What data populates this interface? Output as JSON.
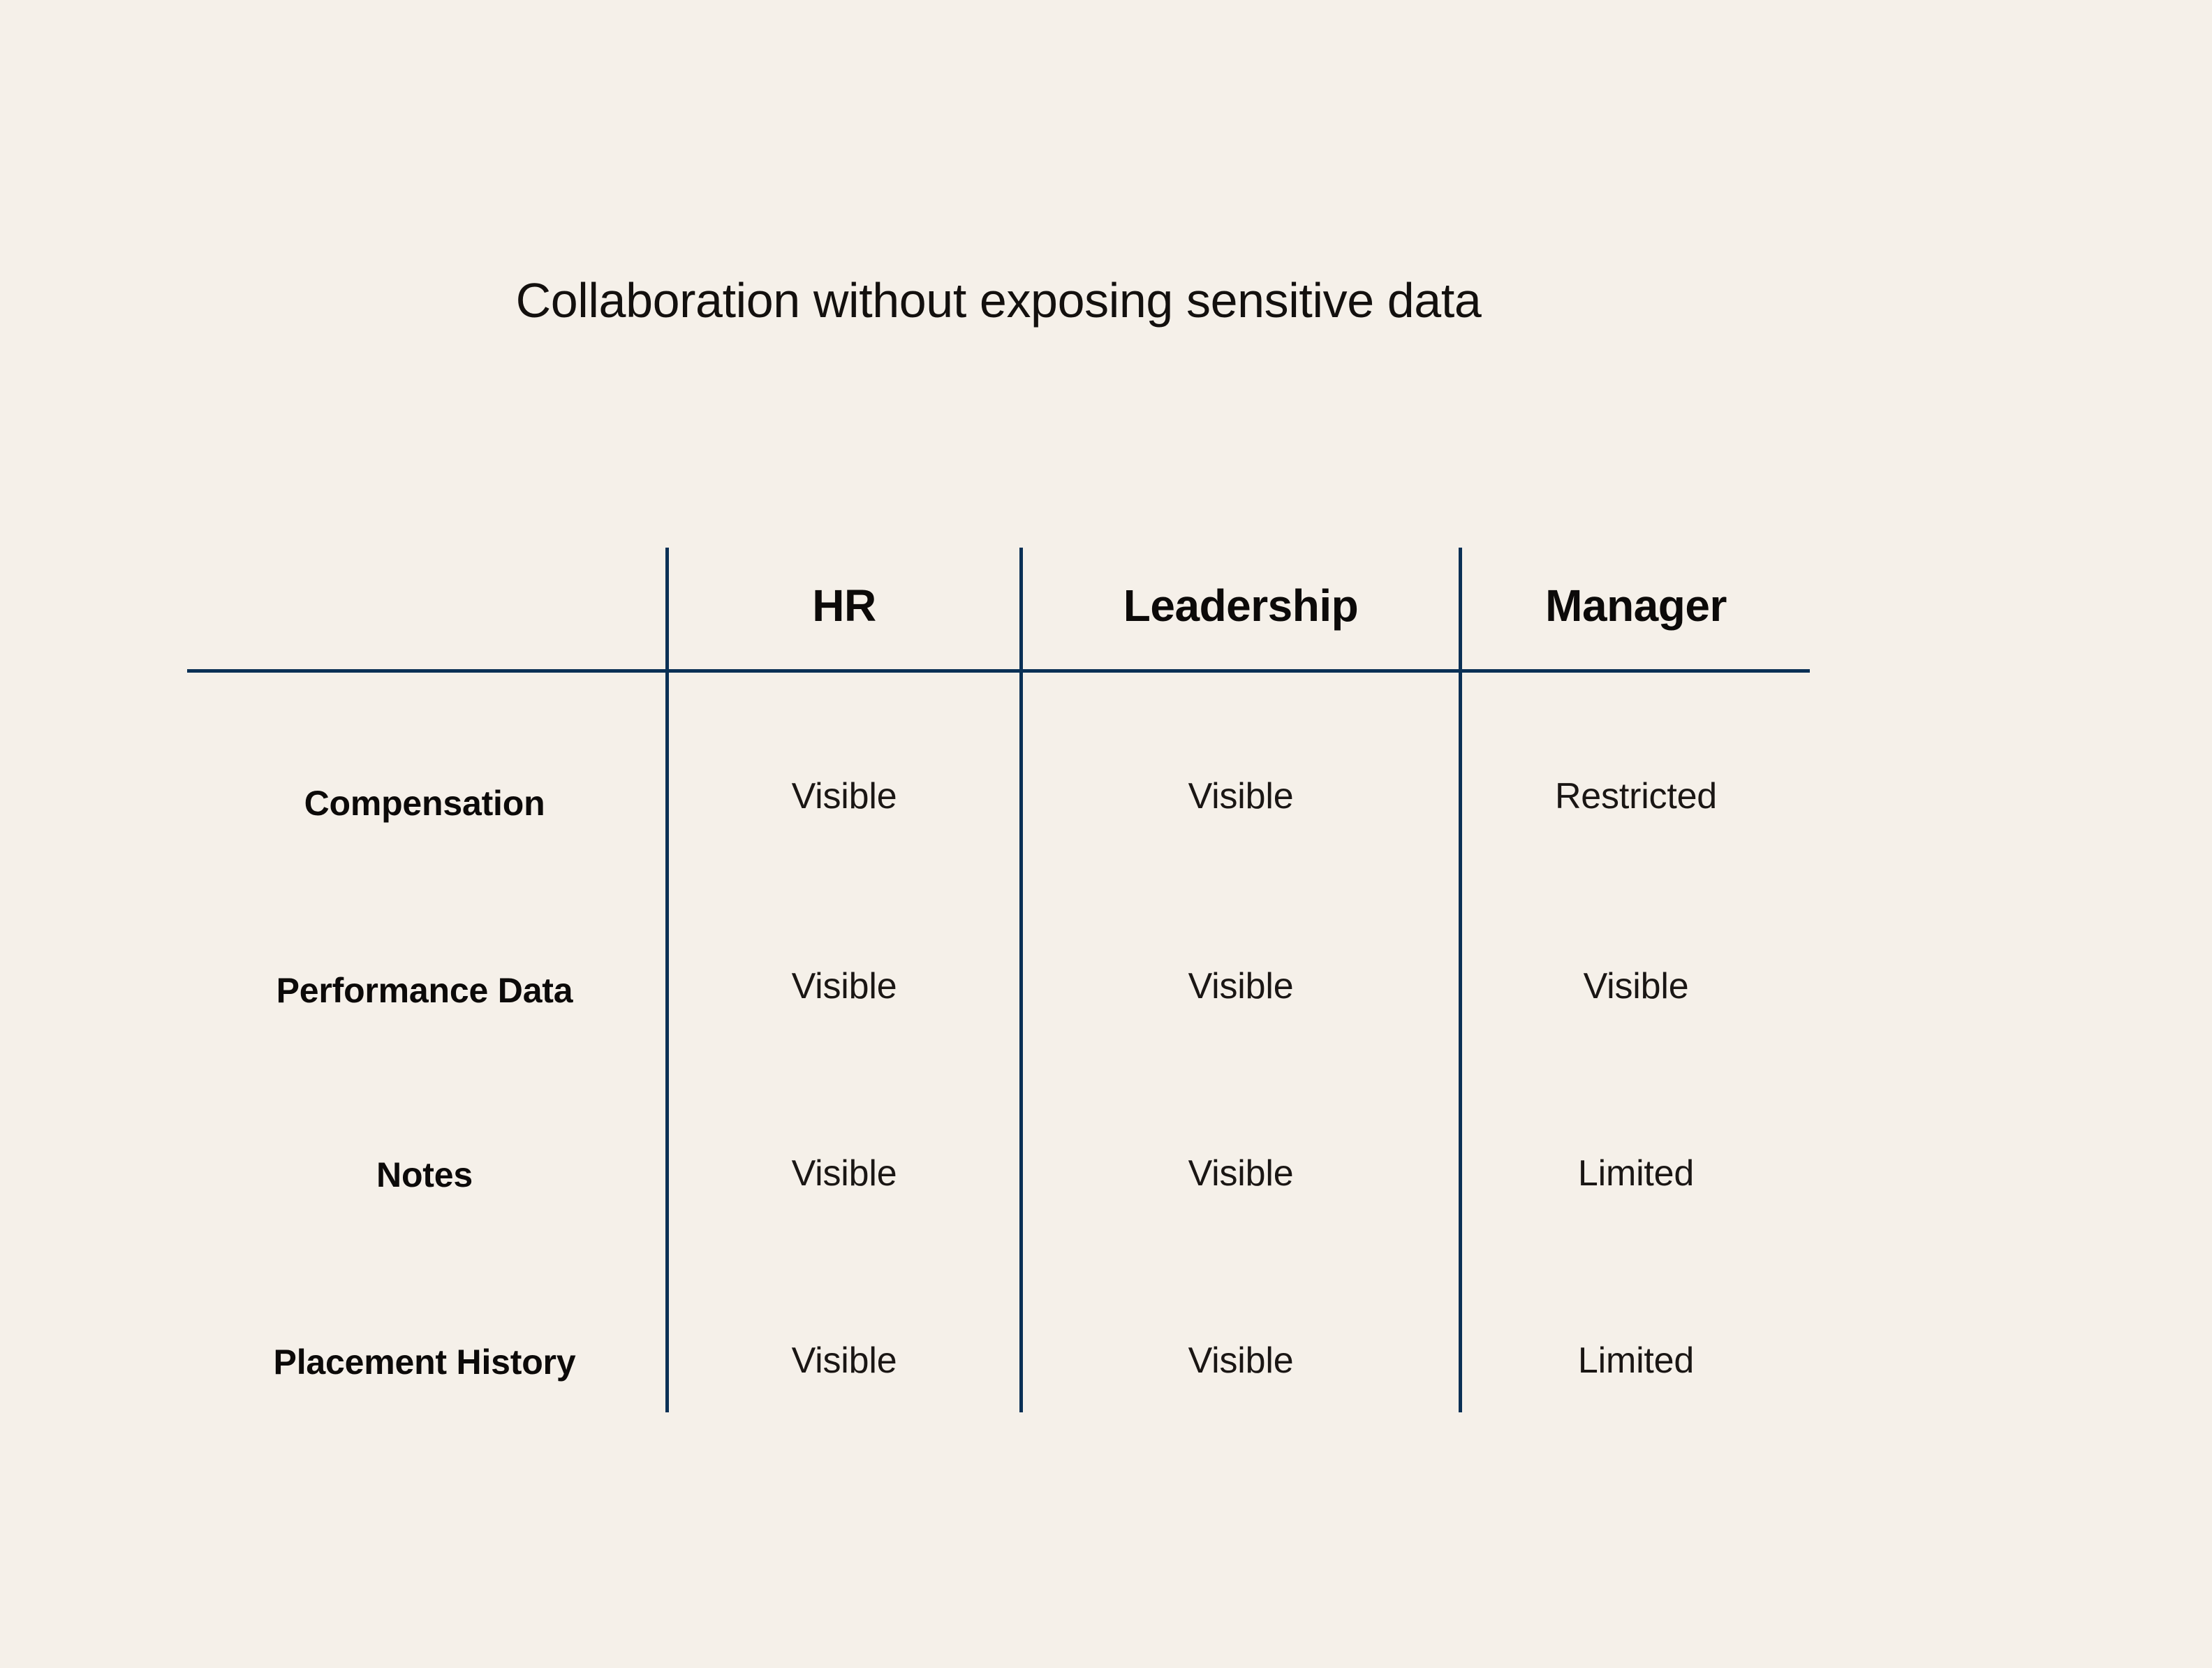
{
  "page": {
    "background_color": "#f5f0e9",
    "text_color": "#13100e",
    "rule_color": "#0a3055"
  },
  "title": "Collaboration without exposing sensitive data",
  "table": {
    "corner_label": "",
    "columns": [
      "HR",
      "Leadership",
      "Manager"
    ],
    "rows": [
      {
        "label": "Compensation",
        "values": [
          "Visible",
          "Visible",
          "Restricted"
        ]
      },
      {
        "label": "Performance Data",
        "values": [
          "Visible",
          "Visible",
          "Visible"
        ]
      },
      {
        "label": "Notes",
        "values": [
          "Visible",
          "Visible",
          "Limited"
        ]
      },
      {
        "label": "Placement History",
        "values": [
          "Visible",
          "Visible",
          "Limited"
        ]
      }
    ]
  },
  "chart_data": {
    "type": "table",
    "title": "Collaboration without exposing sensitive data",
    "categories": [
      "HR",
      "Leadership",
      "Manager"
    ],
    "row_labels": [
      "Compensation",
      "Performance Data",
      "Notes",
      "Placement History"
    ],
    "cells": [
      [
        "Visible",
        "Visible",
        "Restricted"
      ],
      [
        "Visible",
        "Visible",
        "Visible"
      ],
      [
        "Visible",
        "Visible",
        "Limited"
      ],
      [
        "Visible",
        "Visible",
        "Limited"
      ]
    ],
    "legend": [],
    "xlabel": "",
    "ylabel": "",
    "grid": true
  }
}
